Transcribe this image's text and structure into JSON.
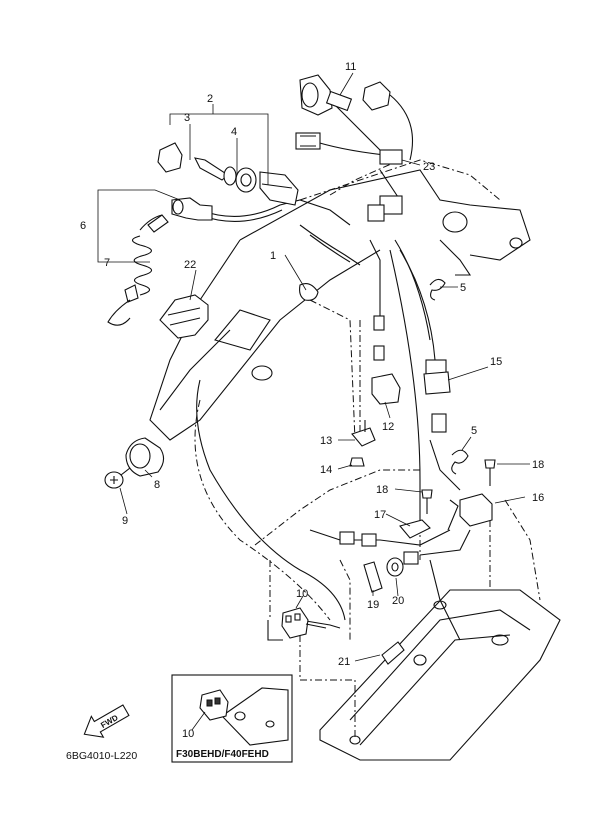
{
  "callouts": {
    "c1": "1",
    "c2": "2",
    "c3": "3",
    "c4": "4",
    "c5a": "5",
    "c5b": "5",
    "c6": "6",
    "c7": "7",
    "c8": "8",
    "c9": "9",
    "c10a": "10",
    "c10b": "10",
    "c11": "11",
    "c12": "12",
    "c13": "13",
    "c14": "14",
    "c15": "15",
    "c16": "16",
    "c17": "17",
    "c18a": "18",
    "c18b": "18",
    "c19": "19",
    "c20": "20",
    "c21": "21",
    "c22": "22",
    "c23": "23"
  },
  "inset": {
    "caption": "F30BEHD/F40FEHD"
  },
  "fwd_label": "FWD",
  "drawing_code": "6BG4010-L220"
}
